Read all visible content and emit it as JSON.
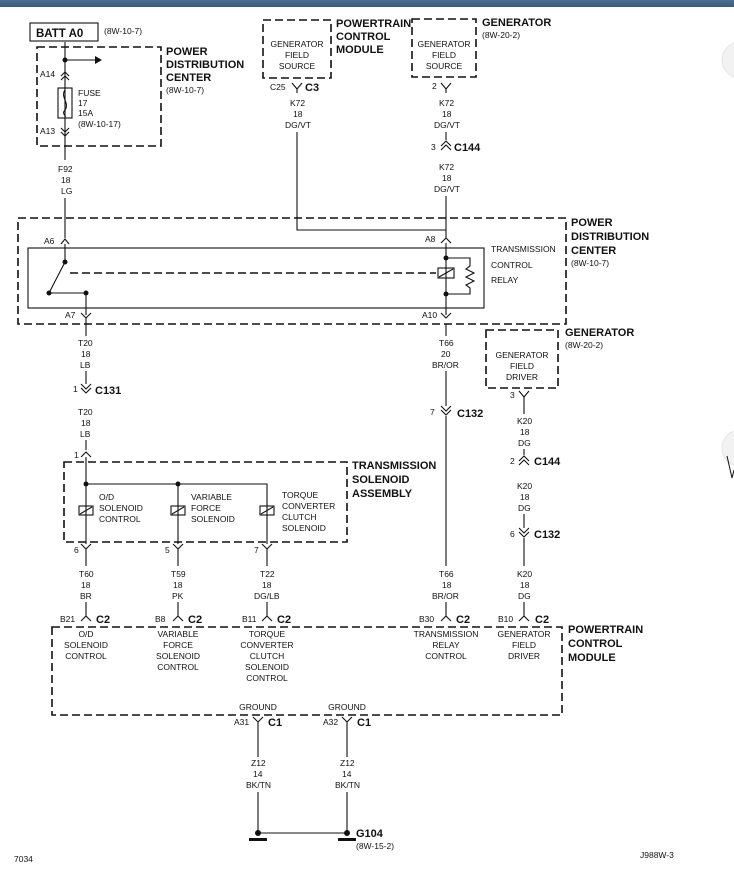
{
  "batt": {
    "label": "BATT A0",
    "ref": "(8W-10-7)"
  },
  "pdc_top": {
    "title": [
      "POWER",
      "DISTRIBUTION",
      "CENTER"
    ],
    "ref": "(8W-10-7)",
    "pin_in": "A14",
    "pin_out": "A13",
    "fuse": [
      "FUSE",
      "17",
      "15A",
      "(8W-10-17)"
    ]
  },
  "pcm_top": {
    "title": [
      "POWERTRAIN",
      "CONTROL",
      "MODULE"
    ],
    "box": [
      "GENERATOR",
      "FIELD",
      "SOURCE"
    ],
    "pin": "C25",
    "conn": "C3"
  },
  "gen_top": {
    "title": "GENERATOR",
    "ref": "(8W-20-2)",
    "box": [
      "GENERATOR",
      "FIELD",
      "SOURCE"
    ],
    "pin": "2"
  },
  "wires": {
    "k72_pcm": [
      "K72",
      "18",
      "DG/VT"
    ],
    "k72_gen_a": [
      "K72",
      "18",
      "DG/VT"
    ],
    "c144_top_pin": "3",
    "c144_top": "C144",
    "k72_gen_b": [
      "K72",
      "18",
      "DG/VT"
    ],
    "f92": [
      "F92",
      "18",
      "LG"
    ],
    "t20_a": [
      "T20",
      "18",
      "LB"
    ],
    "c131_pin": "1",
    "c131": "C131",
    "t20_b": [
      "T20",
      "18",
      "LB"
    ],
    "t66_a": [
      "T66",
      "20",
      "BR/OR"
    ],
    "c132_mid_pin": "7",
    "c132_mid": "C132",
    "t66_b": [
      "T66",
      "18",
      "BR/OR"
    ],
    "k20_a": [
      "K20",
      "18",
      "DG"
    ],
    "c144_low_pin": "2",
    "c144_low": "C144",
    "k20_b": [
      "K20",
      "18",
      "DG"
    ],
    "c132_low_pin": "6",
    "c132_low": "C132",
    "k20_c": [
      "K20",
      "18",
      "DG"
    ],
    "t60": [
      "T60",
      "18",
      "BR"
    ],
    "t59": [
      "T59",
      "18",
      "PK"
    ],
    "t22": [
      "T22",
      "18",
      "DG/LB"
    ],
    "z12_a": [
      "Z12",
      "14",
      "BK/TN"
    ],
    "z12_b": [
      "Z12",
      "14",
      "BK/TN"
    ]
  },
  "pdc_mid": {
    "title": [
      "POWER",
      "DISTRIBUTION",
      "CENTER"
    ],
    "ref": "(8W-10-7)",
    "relay": [
      "TRANSMISSION",
      "CONTROL",
      "RELAY"
    ],
    "pins": {
      "a6": "A6",
      "a8": "A8",
      "a7": "A7",
      "a10": "A10"
    }
  },
  "gen_mid": {
    "title": "GENERATOR",
    "ref": "(8W-20-2)",
    "box": [
      "GENERATOR",
      "FIELD",
      "DRIVER"
    ],
    "pin": "3"
  },
  "tsa": {
    "title": [
      "TRANSMISSION",
      "SOLENOID",
      "ASSEMBLY"
    ],
    "pin_in": "1",
    "sol1": [
      "O/D",
      "SOLENOID",
      "CONTROL"
    ],
    "sol2": [
      "VARIABLE",
      "FORCE",
      "SOLENOID"
    ],
    "sol3": [
      "TORQUE",
      "CONVERTER",
      "CLUTCH",
      "SOLENOID"
    ],
    "pins": [
      "6",
      "5",
      "7"
    ]
  },
  "pcm_bottom": {
    "title": [
      "POWERTRAIN",
      "CONTROL",
      "MODULE"
    ],
    "pins": [
      {
        "pin": "B21",
        "conn": "C2",
        "label": [
          "O/D",
          "SOLENOID",
          "CONTROL"
        ]
      },
      {
        "pin": "B8",
        "conn": "C2",
        "label": [
          "VARIABLE",
          "FORCE",
          "SOLENOID",
          "CONTROL"
        ]
      },
      {
        "pin": "B11",
        "conn": "C2",
        "label": [
          "TORQUE",
          "CONVERTER",
          "CLUTCH",
          "SOLENOID",
          "CONTROL"
        ]
      },
      {
        "pin": "B30",
        "conn": "C2",
        "label": [
          "TRANSMISSION",
          "RELAY",
          "CONTROL"
        ]
      },
      {
        "pin": "B10",
        "conn": "C2",
        "label": [
          "GENERATOR",
          "FIELD",
          "DRIVER"
        ]
      }
    ],
    "grounds": [
      {
        "label": "GROUND",
        "pin": "A31",
        "conn": "C1"
      },
      {
        "label": "GROUND",
        "pin": "A32",
        "conn": "C1"
      }
    ]
  },
  "ground": {
    "label": "G104",
    "ref": "(8W-15-2)"
  },
  "footer": {
    "left": "7034",
    "right": "J988W-3"
  }
}
